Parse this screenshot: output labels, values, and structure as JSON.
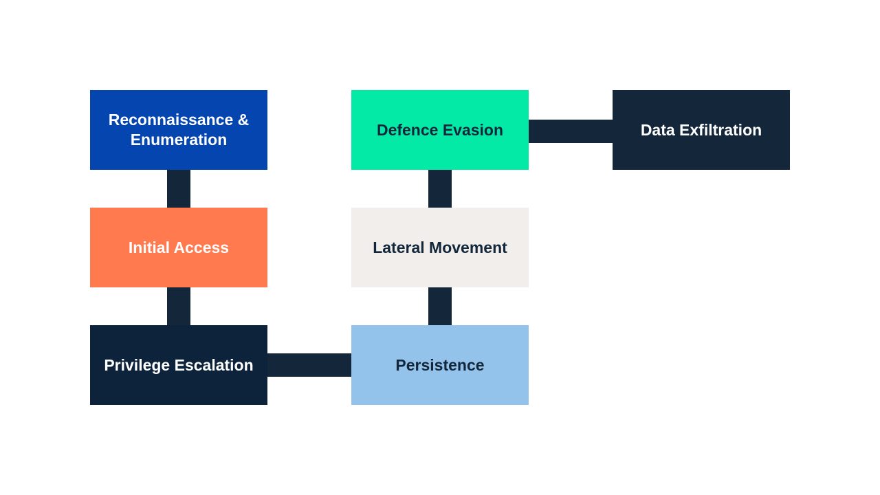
{
  "diagram": {
    "nodes": [
      {
        "id": "recon",
        "label": "Reconnaissance &\nEnumeration",
        "bg": "#0445b0",
        "fg": "#ffffff"
      },
      {
        "id": "initial",
        "label": "Initial Access",
        "bg": "#ff7a4f",
        "fg": "#ffffff"
      },
      {
        "id": "privilege",
        "label": "Privilege Escalation",
        "bg": "#0d233b",
        "fg": "#ffffff"
      },
      {
        "id": "persist",
        "label": "Persistence",
        "bg": "#93c2ea",
        "fg": "#13263a"
      },
      {
        "id": "lateral",
        "label": "Lateral Movement",
        "bg": "#f1eeeb",
        "fg": "#13263a"
      },
      {
        "id": "defence",
        "label": "Defence Evasion",
        "bg": "#03eaa7",
        "fg": "#13263a"
      },
      {
        "id": "exfil",
        "label": "Data Exfiltration",
        "bg": "#13263a",
        "fg": "#ffffff"
      }
    ],
    "edges": [
      [
        "recon",
        "initial"
      ],
      [
        "initial",
        "privilege"
      ],
      [
        "privilege",
        "persist"
      ],
      [
        "persist",
        "lateral"
      ],
      [
        "lateral",
        "defence"
      ],
      [
        "defence",
        "exfil"
      ]
    ],
    "connector_color": "#13263a"
  }
}
